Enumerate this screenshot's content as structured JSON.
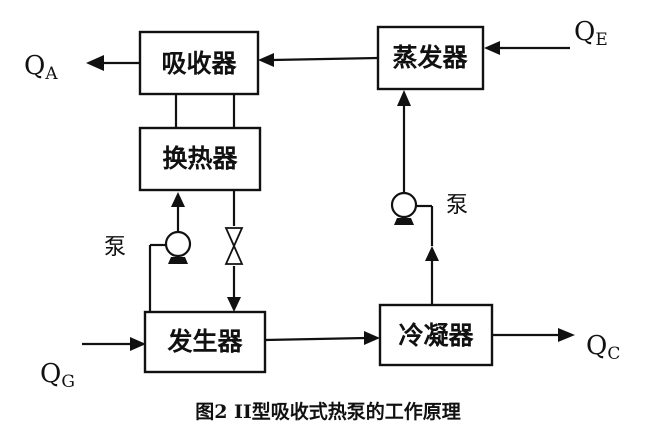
{
  "boxes": {
    "absorber": "吸收器",
    "evaporator": "蒸发器",
    "heat_exchanger": "换热器",
    "generator": "发生器",
    "condenser": "冷凝器"
  },
  "heat_flows": {
    "qa": {
      "main": "Q",
      "sub": "A"
    },
    "qe": {
      "main": "Q",
      "sub": "E"
    },
    "qg": {
      "main": "Q",
      "sub": "G"
    },
    "qc": {
      "main": "Q",
      "sub": "C"
    }
  },
  "pump_left": "泵",
  "pump_right": "泵",
  "caption": "图2  II型吸收式热泵的工作原理"
}
